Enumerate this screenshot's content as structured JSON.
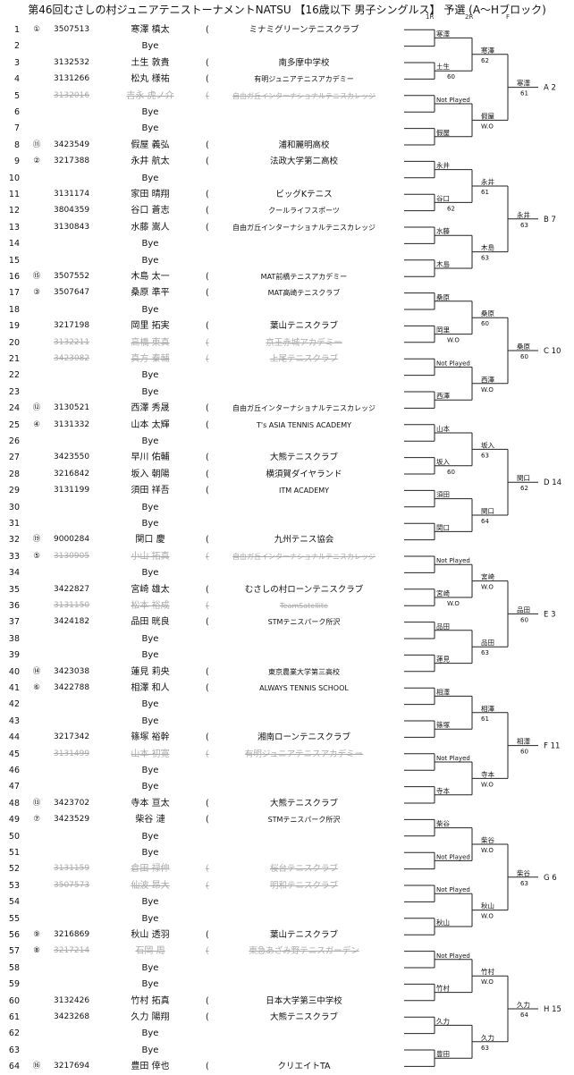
{
  "title": "第46回むさしの村ジュニアテニストーナメントNATSU 【16歳以下 男子シングルス】 予選 (A～Hブロック)",
  "round_labels": [
    "1R",
    "2R",
    "F"
  ],
  "entries": [
    {
      "num": "1",
      "seed": "①",
      "id": "3507513",
      "name": "寒澤 槙太",
      "club": "ミナミグリーンテニスクラブ",
      "struck": false,
      "small": false
    },
    {
      "num": "2",
      "seed": "",
      "id": "",
      "name": "Bye",
      "club": "",
      "struck": false,
      "small": false
    },
    {
      "num": "3",
      "seed": "",
      "id": "3132532",
      "name": "土生 敦貴",
      "club": "南多摩中学校",
      "struck": false,
      "small": false
    },
    {
      "num": "4",
      "seed": "",
      "id": "3131266",
      "name": "松丸 様祐",
      "club": "有明ジュニアテニスアカデミー",
      "struck": false,
      "small": true
    },
    {
      "num": "5",
      "seed": "",
      "id": "3132016",
      "name": "吉永 虎ノ介",
      "club": "自由ガ丘インターナショナルテニスカレッジ",
      "struck": true,
      "small": true
    },
    {
      "num": "6",
      "seed": "",
      "id": "",
      "name": "Bye",
      "club": "",
      "struck": false,
      "small": false
    },
    {
      "num": "7",
      "seed": "",
      "id": "",
      "name": "Bye",
      "club": "",
      "struck": false,
      "small": false
    },
    {
      "num": "8",
      "seed": "⑪",
      "id": "3423549",
      "name": "假屋 義弘",
      "club": "浦和麗明高校",
      "struck": false,
      "small": false
    },
    {
      "num": "9",
      "seed": "②",
      "id": "3217388",
      "name": "永井 航太",
      "club": "法政大学第二高校",
      "struck": false,
      "small": false
    },
    {
      "num": "10",
      "seed": "",
      "id": "",
      "name": "Bye",
      "club": "",
      "struck": false,
      "small": false
    },
    {
      "num": "11",
      "seed": "",
      "id": "3131174",
      "name": "家田 晴翔",
      "club": "ビッグKテニス",
      "struck": false,
      "small": false
    },
    {
      "num": "12",
      "seed": "",
      "id": "3804359",
      "name": "谷口 蒼志",
      "club": "クールライフスポーツ",
      "struck": false,
      "small": true
    },
    {
      "num": "13",
      "seed": "",
      "id": "3130843",
      "name": "水藤 嵩人",
      "club": "自由ガ丘インターナショナルテニスカレッジ",
      "struck": false,
      "small": true
    },
    {
      "num": "14",
      "seed": "",
      "id": "",
      "name": "Bye",
      "club": "",
      "struck": false,
      "small": false
    },
    {
      "num": "15",
      "seed": "",
      "id": "",
      "name": "Bye",
      "club": "",
      "struck": false,
      "small": false
    },
    {
      "num": "16",
      "seed": "⑮",
      "id": "3507552",
      "name": "木島 太一",
      "club": "MAT前橋テニスアカデミー",
      "struck": false,
      "small": true
    },
    {
      "num": "17",
      "seed": "③",
      "id": "3507647",
      "name": "桑原 準平",
      "club": "MAT高崎テニスクラブ",
      "struck": false,
      "small": true
    },
    {
      "num": "18",
      "seed": "",
      "id": "",
      "name": "Bye",
      "club": "",
      "struck": false,
      "small": false
    },
    {
      "num": "19",
      "seed": "",
      "id": "3217198",
      "name": "岡里 拓実",
      "club": "葉山テニスクラブ",
      "struck": false,
      "small": false
    },
    {
      "num": "20",
      "seed": "",
      "id": "3132211",
      "name": "高橋 東真",
      "club": "京王赤城アカデミー",
      "struck": true,
      "small": false
    },
    {
      "num": "21",
      "seed": "",
      "id": "3423082",
      "name": "真方 秦輔",
      "club": "上尾テニスクラブ",
      "struck": true,
      "small": false
    },
    {
      "num": "22",
      "seed": "",
      "id": "",
      "name": "Bye",
      "club": "",
      "struck": false,
      "small": false
    },
    {
      "num": "23",
      "seed": "",
      "id": "",
      "name": "Bye",
      "club": "",
      "struck": false,
      "small": false
    },
    {
      "num": "24",
      "seed": "⑫",
      "id": "3130521",
      "name": "西澤 秀晟",
      "club": "自由ガ丘インターナショナルテニスカレッジ",
      "struck": false,
      "small": true
    },
    {
      "num": "25",
      "seed": "④",
      "id": "3131332",
      "name": "山本 太輝",
      "club": "T's ASIA TENNIS ACADEMY",
      "struck": false,
      "small": true
    },
    {
      "num": "26",
      "seed": "",
      "id": "",
      "name": "Bye",
      "club": "",
      "struck": false,
      "small": false
    },
    {
      "num": "27",
      "seed": "",
      "id": "3423550",
      "name": "早川 佑輔",
      "club": "大熊テニスクラブ",
      "struck": false,
      "small": false
    },
    {
      "num": "28",
      "seed": "",
      "id": "3216842",
      "name": "坂入 朝陽",
      "club": "横須賀ダイヤランド",
      "struck": false,
      "small": false
    },
    {
      "num": "29",
      "seed": "",
      "id": "3131199",
      "name": "須田 祥吾",
      "club": "ITM ACADEMY",
      "struck": false,
      "small": true
    },
    {
      "num": "30",
      "seed": "",
      "id": "",
      "name": "Bye",
      "club": "",
      "struck": false,
      "small": false
    },
    {
      "num": "31",
      "seed": "",
      "id": "",
      "name": "Bye",
      "club": "",
      "struck": false,
      "small": false
    },
    {
      "num": "32",
      "seed": "⑲",
      "id": "9000284",
      "name": "関口 慶",
      "club": "九州テニス協会",
      "struck": false,
      "small": false
    },
    {
      "num": "33",
      "seed": "⑤",
      "id": "3130905",
      "name": "小山 拓真",
      "club": "自由ガ丘インターナショナルテニスカレッジ",
      "struck": true,
      "small": true
    },
    {
      "num": "34",
      "seed": "",
      "id": "",
      "name": "Bye",
      "club": "",
      "struck": false,
      "small": false
    },
    {
      "num": "35",
      "seed": "",
      "id": "3422827",
      "name": "宮崎 雄太",
      "club": "むさしの村ローンテニスクラブ",
      "struck": false,
      "small": false
    },
    {
      "num": "36",
      "seed": "",
      "id": "3131150",
      "name": "松本 裕成",
      "club": "TeamSatellite",
      "struck": true,
      "small": true
    },
    {
      "num": "37",
      "seed": "",
      "id": "3424182",
      "name": "品田 晄良",
      "club": "STMテニスパーク所沢",
      "struck": false,
      "small": true
    },
    {
      "num": "38",
      "seed": "",
      "id": "",
      "name": "Bye",
      "club": "",
      "struck": false,
      "small": false
    },
    {
      "num": "39",
      "seed": "",
      "id": "",
      "name": "Bye",
      "club": "",
      "struck": false,
      "small": false
    },
    {
      "num": "40",
      "seed": "⑭",
      "id": "3423038",
      "name": "蓮見 莉央",
      "club": "東京農業大学第三高校",
      "struck": false,
      "small": true
    },
    {
      "num": "41",
      "seed": "⑥",
      "id": "3422788",
      "name": "相澤 和人",
      "club": "ALWAYS TENNIS SCHOOL",
      "struck": false,
      "small": true
    },
    {
      "num": "42",
      "seed": "",
      "id": "",
      "name": "Bye",
      "club": "",
      "struck": false,
      "small": false
    },
    {
      "num": "43",
      "seed": "",
      "id": "",
      "name": "Bye",
      "club": "",
      "struck": false,
      "small": false
    },
    {
      "num": "44",
      "seed": "",
      "id": "3217342",
      "name": "篠塚 裕幹",
      "club": "湘南ローンテニスクラブ",
      "struck": false,
      "small": false
    },
    {
      "num": "45",
      "seed": "",
      "id": "3131499",
      "name": "山本 初寛",
      "club": "有明ジュニアテニスアカデミー",
      "struck": true,
      "small": false
    },
    {
      "num": "46",
      "seed": "",
      "id": "",
      "name": "Bye",
      "club": "",
      "struck": false,
      "small": false
    },
    {
      "num": "47",
      "seed": "",
      "id": "",
      "name": "Bye",
      "club": "",
      "struck": false,
      "small": false
    },
    {
      "num": "48",
      "seed": "⑬",
      "id": "3423702",
      "name": "寺本 亘太",
      "club": "大熊テニスクラブ",
      "struck": false,
      "small": false
    },
    {
      "num": "49",
      "seed": "⑦",
      "id": "3423529",
      "name": "柴谷 漣",
      "club": "STMテニスパーク所沢",
      "struck": false,
      "small": true
    },
    {
      "num": "50",
      "seed": "",
      "id": "",
      "name": "Bye",
      "club": "",
      "struck": false,
      "small": false
    },
    {
      "num": "51",
      "seed": "",
      "id": "",
      "name": "Bye",
      "club": "",
      "struck": false,
      "small": false
    },
    {
      "num": "52",
      "seed": "",
      "id": "3131159",
      "name": "倉田 禄伸",
      "club": "桜台テニスクラブ",
      "struck": true,
      "small": false
    },
    {
      "num": "53",
      "seed": "",
      "id": "3507573",
      "name": "仙波 昂大",
      "club": "明和テニスクラブ",
      "struck": true,
      "small": false
    },
    {
      "num": "54",
      "seed": "",
      "id": "",
      "name": "Bye",
      "club": "",
      "struck": false,
      "small": false
    },
    {
      "num": "55",
      "seed": "",
      "id": "",
      "name": "Bye",
      "club": "",
      "struck": false,
      "small": false
    },
    {
      "num": "56",
      "seed": "⑨",
      "id": "3216869",
      "name": "秋山 透羽",
      "club": "葉山テニスクラブ",
      "struck": false,
      "small": false
    },
    {
      "num": "57",
      "seed": "⑧",
      "id": "3217214",
      "name": "石岡 周",
      "club": "東急あざみ野テニスガーデン",
      "struck": true,
      "small": false
    },
    {
      "num": "58",
      "seed": "",
      "id": "",
      "name": "Bye",
      "club": "",
      "struck": false,
      "small": false
    },
    {
      "num": "59",
      "seed": "",
      "id": "",
      "name": "Bye",
      "club": "",
      "struck": false,
      "small": false
    },
    {
      "num": "60",
      "seed": "",
      "id": "3132426",
      "name": "竹村 拓真",
      "club": "日本大学第三中学校",
      "struck": false,
      "small": false
    },
    {
      "num": "61",
      "seed": "",
      "id": "3423268",
      "name": "久力 陽翔",
      "club": "大熊テニスクラブ",
      "struck": false,
      "small": false
    },
    {
      "num": "62",
      "seed": "",
      "id": "",
      "name": "Bye",
      "club": "",
      "struck": false,
      "small": false
    },
    {
      "num": "63",
      "seed": "",
      "id": "",
      "name": "Bye",
      "club": "",
      "struck": false,
      "small": false
    },
    {
      "num": "64",
      "seed": "⑯",
      "id": "3217694",
      "name": "豊田 倖也",
      "club": "クリエイトTA",
      "struck": false,
      "small": false
    }
  ],
  "r1": [
    {
      "w": "寒澤",
      "s": ""
    },
    {
      "w": "土生",
      "s": "60"
    },
    {
      "w": "Not Played",
      "s": ""
    },
    {
      "w": "假屋",
      "s": ""
    },
    {
      "w": "永井",
      "s": ""
    },
    {
      "w": "谷口",
      "s": "62"
    },
    {
      "w": "水藤",
      "s": ""
    },
    {
      "w": "木島",
      "s": ""
    },
    {
      "w": "桑原",
      "s": ""
    },
    {
      "w": "岡里",
      "s": "W.O"
    },
    {
      "w": "Not Played",
      "s": ""
    },
    {
      "w": "西澤",
      "s": ""
    },
    {
      "w": "山本",
      "s": ""
    },
    {
      "w": "坂入",
      "s": "60"
    },
    {
      "w": "須田",
      "s": ""
    },
    {
      "w": "関口",
      "s": ""
    },
    {
      "w": "Not Played",
      "s": ""
    },
    {
      "w": "宮崎",
      "s": "W.O"
    },
    {
      "w": "品田",
      "s": ""
    },
    {
      "w": "蓮見",
      "s": ""
    },
    {
      "w": "相澤",
      "s": ""
    },
    {
      "w": "篠塚",
      "s": ""
    },
    {
      "w": "Not Played",
      "s": ""
    },
    {
      "w": "寺本",
      "s": ""
    },
    {
      "w": "柴谷",
      "s": ""
    },
    {
      "w": "Not Played",
      "s": ""
    },
    {
      "w": "Not Played",
      "s": ""
    },
    {
      "w": "秋山",
      "s": ""
    },
    {
      "w": "Not Played",
      "s": ""
    },
    {
      "w": "竹村",
      "s": ""
    },
    {
      "w": "久力",
      "s": ""
    },
    {
      "w": "豊田",
      "s": ""
    }
  ],
  "r2": [
    {
      "w": "寒澤",
      "s": "62"
    },
    {
      "w": "假屋",
      "s": "W.O"
    },
    {
      "w": "永井",
      "s": "61"
    },
    {
      "w": "木島",
      "s": "63"
    },
    {
      "w": "桑原",
      "s": "60"
    },
    {
      "w": "西澤",
      "s": "W.O"
    },
    {
      "w": "坂入",
      "s": "63"
    },
    {
      "w": "関口",
      "s": "64"
    },
    {
      "w": "宮崎",
      "s": "W.O"
    },
    {
      "w": "品田",
      "s": "63"
    },
    {
      "w": "相澤",
      "s": "61"
    },
    {
      "w": "寺本",
      "s": "W.O"
    },
    {
      "w": "柴谷",
      "s": "W.O"
    },
    {
      "w": "秋山",
      "s": "W.O"
    },
    {
      "w": "竹村",
      "s": "W.O"
    },
    {
      "w": "久力",
      "s": "63"
    }
  ],
  "r3": [
    {
      "w": "寒澤",
      "s": "61"
    },
    {
      "w": "永井",
      "s": "63"
    },
    {
      "w": "桑原",
      "s": "60"
    },
    {
      "w": "関口",
      "s": "62"
    },
    {
      "w": "品田",
      "s": "60"
    },
    {
      "w": "相澤",
      "s": "60"
    },
    {
      "w": "柴谷",
      "s": "63"
    },
    {
      "w": "久力",
      "s": "64"
    }
  ],
  "blocks": [
    "A 2",
    "B 7",
    "C 10",
    "D 14",
    "E 3",
    "F 11",
    "G 6",
    "H 15"
  ]
}
